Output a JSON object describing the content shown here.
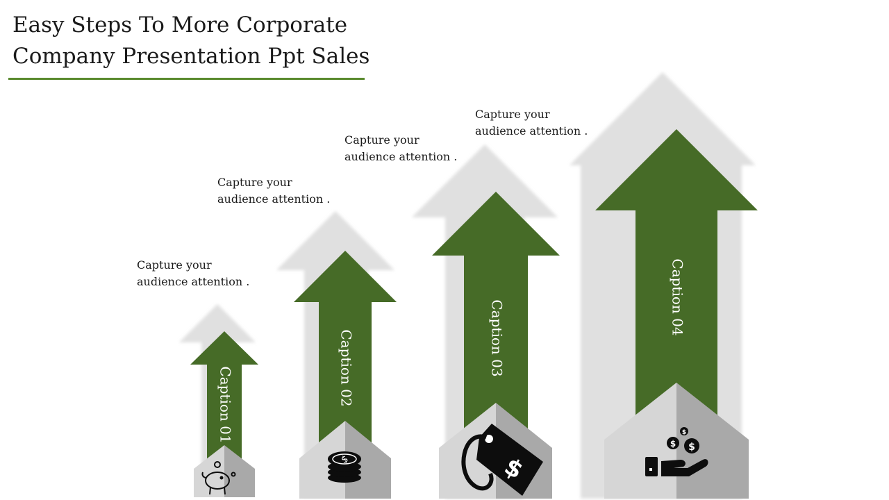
{
  "title": {
    "line1": "Easy Steps To More Corporate",
    "line2": "Company Presentation Ppt Sales"
  },
  "colors": {
    "green": "#466b27",
    "accent_rule": "#5a8a2e",
    "shadow": "#e0e0e0",
    "house_light": "#d6d6d6",
    "house_dark": "#a9a9a9",
    "text_white": "#ffffff",
    "icon": "#0d0d0d"
  },
  "steps": [
    {
      "caption": "Caption 01",
      "desc_line1": "Capture your",
      "desc_line2": "audience attention .",
      "icon": "piggy-bank-icon"
    },
    {
      "caption": "Caption 02",
      "desc_line1": "Capture your",
      "desc_line2": "audience attention .",
      "icon": "coin-stack-icon"
    },
    {
      "caption": "Caption 03",
      "desc_line1": "Capture your",
      "desc_line2": "audience attention .",
      "icon": "price-tag-icon"
    },
    {
      "caption": "Caption 04",
      "desc_line1": "Capture your",
      "desc_line2": "audience attention .",
      "icon": "money-hand-icon"
    }
  ]
}
